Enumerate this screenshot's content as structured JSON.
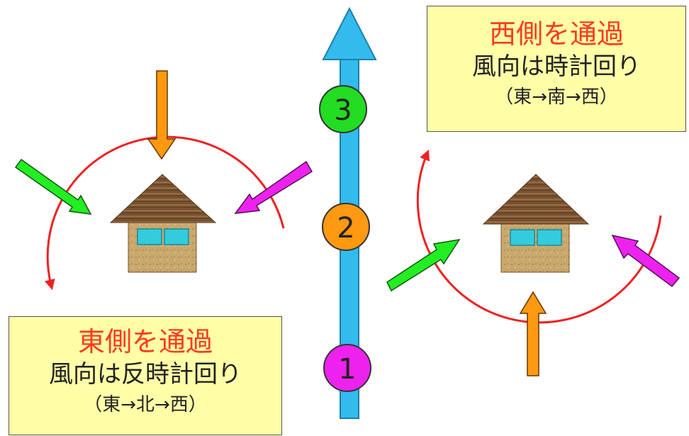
{
  "west_pass": {
    "title": "西側を通過",
    "description": "風向は時計回り",
    "sequence": "（東→南→西）",
    "highlight_color": "#ff3b1f"
  },
  "east_pass": {
    "title": "東側を通過",
    "description": "風向は反時計回り",
    "sequence": "（東→北→西）",
    "highlight_color": "#ff3b1f"
  },
  "track": {
    "color": "#33bbee",
    "nodes": [
      {
        "label": "1",
        "color": "#ee22ee"
      },
      {
        "label": "2",
        "color": "#ff9911"
      },
      {
        "label": "3",
        "color": "#22dd22"
      }
    ]
  },
  "wind_colors": {
    "first": "#ee22ee",
    "second": "#ff9911",
    "third": "#22dd22",
    "rotation": "#ee2222"
  },
  "icons": [
    "house-icon",
    "house-icon"
  ]
}
